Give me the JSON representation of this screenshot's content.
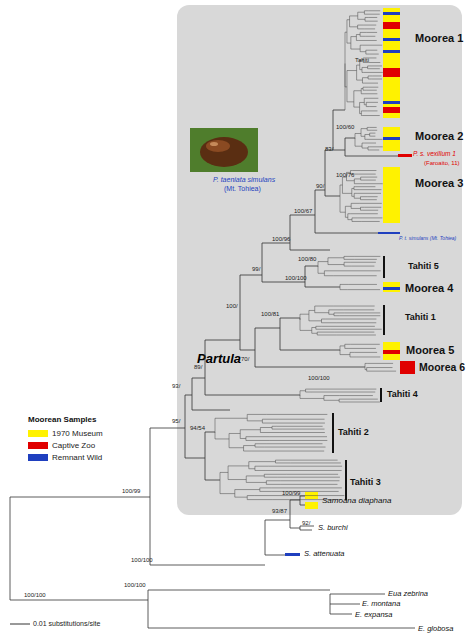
{
  "diagram": {
    "nodes": [
      {
        "text": [
          "Partula"
        ]
      }
    ],
    "labels": [
      "Moorea 1",
      "Tahiti",
      "100/60",
      "83/",
      "100/76",
      "Moorea 2",
      "P. s. vexillum 1",
      "(Faroaito, 11)",
      "90/",
      "Moorea 3",
      "100/67",
      "P. t. simulans (Mt. Tohiea)",
      "100/96",
      "100/80",
      "Tahiti 5",
      "100/100",
      "Moorea 4",
      "99/",
      "100/81",
      "Tahiti 1",
      "70/",
      "Moorea 5",
      "Moorea 6",
      "100/",
      "89/",
      "100/100",
      "Tahiti 4",
      "93/",
      "95/",
      "94/54",
      "Tahiti 2",
      "Tahiti 3",
      "P. taeniata simulans",
      "(Mt. Tohiea)",
      "Moorean Samples",
      "100/99",
      "100/99",
      "93/87",
      "92/",
      "Samoana diaphana",
      "S. burchi",
      "S. attenuata",
      "100/100",
      "100/100",
      "100/100",
      "Eua zebrina",
      "E. montana",
      "E. expansa",
      "E. globosa",
      "0.01 substitutions/site"
    ],
    "legend": [
      {
        "text": "1970 Museum",
        "color": "#FFF200"
      },
      {
        "text": "Captive Zoo",
        "color": "#E00000"
      },
      {
        "text": "Remnant Wild",
        "color": "#1F3FBF"
      }
    ]
  }
}
